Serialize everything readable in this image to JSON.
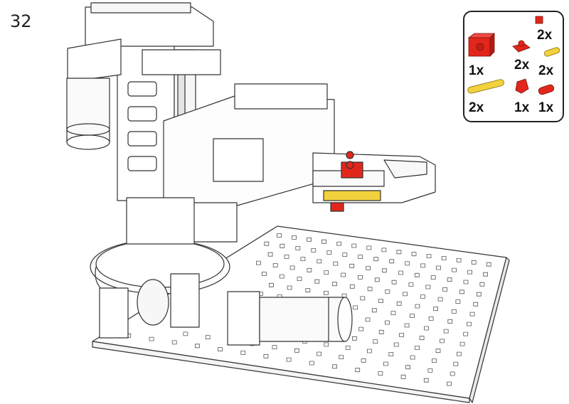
{
  "step": {
    "number": "32"
  },
  "parts_list": {
    "items": [
      {
        "name": "red-building-block",
        "quantity": "1x",
        "color": "#e3261b"
      },
      {
        "name": "red-small-block",
        "quantity": "2x",
        "color": "#e3261b"
      },
      {
        "name": "red-connector-piece",
        "quantity": "2x",
        "color": "#e3261b"
      },
      {
        "name": "yellow-short-link",
        "quantity": "2x",
        "color": "#f2d23c"
      },
      {
        "name": "yellow-long-link",
        "quantity": "2x",
        "color": "#f2d23c"
      },
      {
        "name": "red-angled-piece",
        "quantity": "1x",
        "color": "#e3261b"
      },
      {
        "name": "red-pin",
        "quantity": "1x",
        "color": "#e3261b"
      }
    ]
  },
  "colors": {
    "model": "#ffffff",
    "outline": "#333333",
    "new_parts_red": "#e3261b",
    "new_parts_yellow": "#f2d23c"
  }
}
